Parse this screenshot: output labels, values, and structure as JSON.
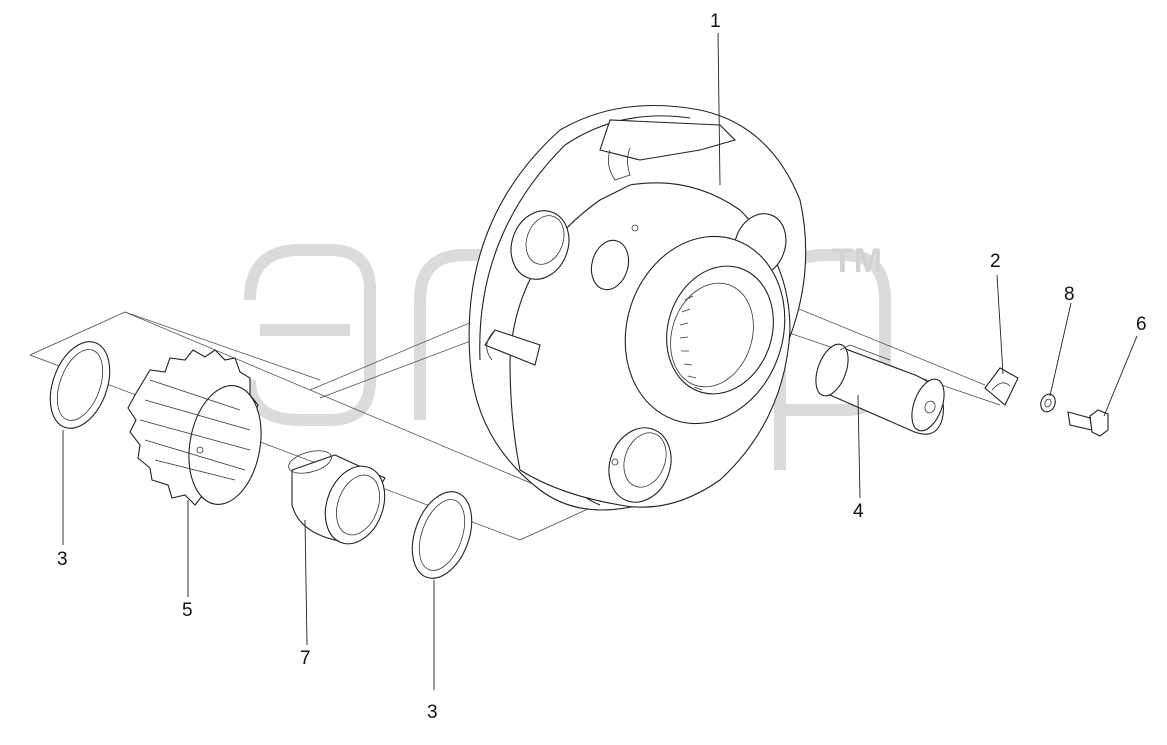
{
  "watermark": {
    "text": "TM"
  },
  "callouts": [
    {
      "id": "1",
      "label": "1"
    },
    {
      "id": "2",
      "label": "2"
    },
    {
      "id": "8",
      "label": "8"
    },
    {
      "id": "6",
      "label": "6"
    },
    {
      "id": "4",
      "label": "4"
    },
    {
      "id": "3a",
      "label": "3"
    },
    {
      "id": "5",
      "label": "5"
    },
    {
      "id": "7",
      "label": "7"
    },
    {
      "id": "3b",
      "label": "3"
    }
  ]
}
